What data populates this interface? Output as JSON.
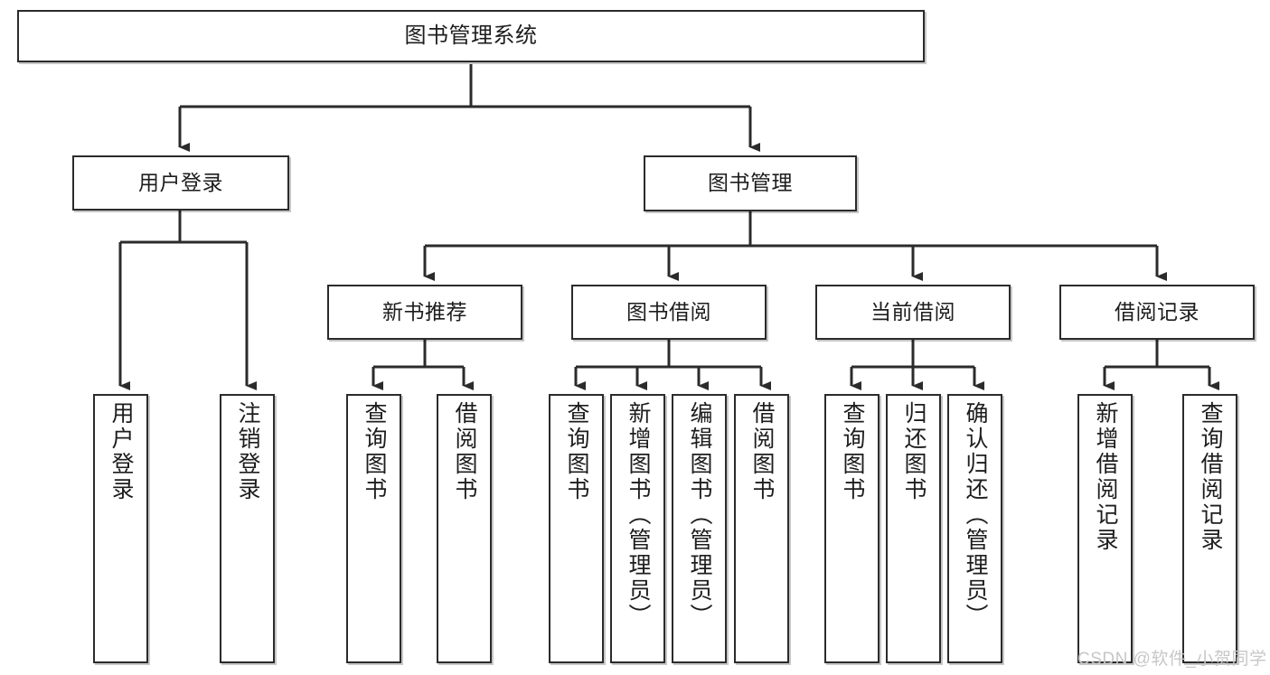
{
  "diagram": {
    "title": "图书管理系统",
    "watermark": "CSDN @软件_小贺同学",
    "colors": {
      "stroke": "#2b2b2b",
      "fill": "#ffffff",
      "text": "#1d1d1d",
      "watermark": "#c7c7c7"
    },
    "nodes": {
      "root": "图书管理系统",
      "user_login": "用户登录",
      "book_manage": "图书管理",
      "new_book_rec": "新书推荐",
      "book_borrow": "图书借阅",
      "current_borrow": "当前借阅",
      "borrow_record": "借阅记录",
      "leaf_user_login": "用户登录",
      "leaf_user_logout": "注销登录",
      "leaf_query_book_1": "查询图书",
      "leaf_borrow_book_1": "借阅图书",
      "leaf_query_book_2": "查询图书",
      "leaf_add_book": "新增图书（管理员）",
      "leaf_edit_book": "编辑图书（管理员）",
      "leaf_borrow_book_2": "借阅图书",
      "leaf_query_book_3": "查询图书",
      "leaf_return_book": "归还图书",
      "leaf_confirm_return": "确认归还（管理员）",
      "leaf_add_record": "新增借阅记录",
      "leaf_query_record": "查询借阅记录"
    }
  },
  "chart_data": {
    "type": "tree-diagram",
    "title": "图书管理系统",
    "orientation": "top-down",
    "levels": 4,
    "tree": {
      "label": "图书管理系统",
      "children": [
        {
          "label": "用户登录",
          "children": [
            {
              "label": "用户登录",
              "children": []
            },
            {
              "label": "注销登录",
              "children": []
            }
          ]
        },
        {
          "label": "图书管理",
          "children": [
            {
              "label": "新书推荐",
              "children": [
                {
                  "label": "查询图书",
                  "children": []
                },
                {
                  "label": "借阅图书",
                  "children": []
                }
              ]
            },
            {
              "label": "图书借阅",
              "children": [
                {
                  "label": "查询图书",
                  "children": []
                },
                {
                  "label": "新增图书（管理员）",
                  "children": []
                },
                {
                  "label": "编辑图书（管理员）",
                  "children": []
                },
                {
                  "label": "借阅图书",
                  "children": []
                }
              ]
            },
            {
              "label": "当前借阅",
              "children": [
                {
                  "label": "查询图书",
                  "children": []
                },
                {
                  "label": "归还图书",
                  "children": []
                },
                {
                  "label": "确认归还（管理员）",
                  "children": []
                }
              ]
            },
            {
              "label": "借阅记录",
              "children": [
                {
                  "label": "新增借阅记录",
                  "children": []
                },
                {
                  "label": "查询借阅记录",
                  "children": []
                }
              ]
            }
          ]
        }
      ]
    }
  }
}
